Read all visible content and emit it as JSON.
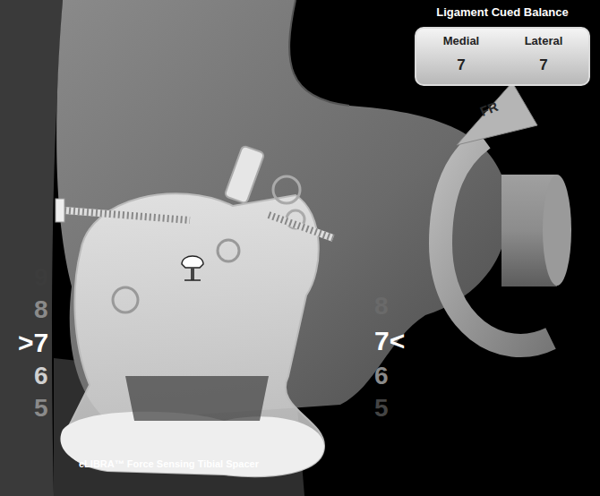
{
  "diagram": {
    "nodes": [
      {
        "text": [
          "Ligament Cued Balance"
        ]
      },
      {
        "text": [
          "Medial",
          "7",
          "Lateral",
          "7"
        ],
        "in": 0
      }
    ],
    "labels": [
      "9",
      "8",
      ">7",
      "6",
      "5",
      "8",
      "7<",
      "6",
      "5",
      "FR",
      "eLIBRA™ Force Sensing Tibial Spacer"
    ]
  }
}
